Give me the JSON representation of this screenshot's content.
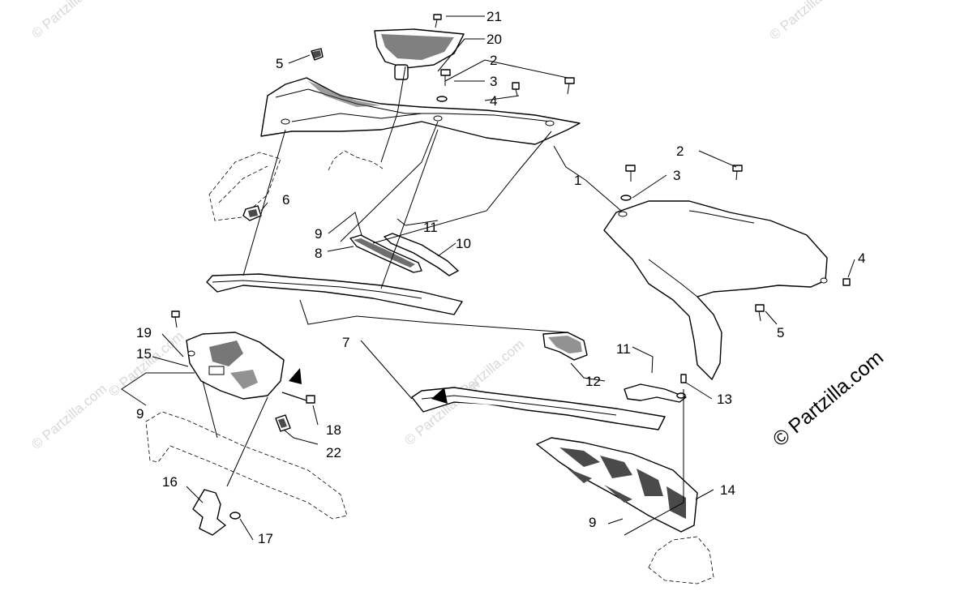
{
  "watermark": {
    "main": "© Partzilla.com",
    "faint": "© Partzilla.com"
  },
  "callouts": [
    {
      "id": "c21",
      "label": "21"
    },
    {
      "id": "c20",
      "label": "20"
    },
    {
      "id": "c5a",
      "label": "5"
    },
    {
      "id": "c2a",
      "label": "2"
    },
    {
      "id": "c3a",
      "label": "3"
    },
    {
      "id": "c4a",
      "label": "4"
    },
    {
      "id": "c1",
      "label": "1"
    },
    {
      "id": "c2b",
      "label": "2"
    },
    {
      "id": "c3b",
      "label": "3"
    },
    {
      "id": "c6",
      "label": "6"
    },
    {
      "id": "c9a",
      "label": "9"
    },
    {
      "id": "c11a",
      "label": "11"
    },
    {
      "id": "c8",
      "label": "8"
    },
    {
      "id": "c10",
      "label": "10"
    },
    {
      "id": "c4b",
      "label": "4"
    },
    {
      "id": "c5b",
      "label": "5"
    },
    {
      "id": "c7",
      "label": "7"
    },
    {
      "id": "c19",
      "label": "19"
    },
    {
      "id": "c15",
      "label": "15"
    },
    {
      "id": "c9b",
      "label": "9"
    },
    {
      "id": "c18",
      "label": "18"
    },
    {
      "id": "c22",
      "label": "22"
    },
    {
      "id": "c16",
      "label": "16"
    },
    {
      "id": "c17",
      "label": "17"
    },
    {
      "id": "c11b",
      "label": "11"
    },
    {
      "id": "c12",
      "label": "12"
    },
    {
      "id": "c13",
      "label": "13"
    },
    {
      "id": "c14",
      "label": "14"
    },
    {
      "id": "c9c",
      "label": "9"
    }
  ]
}
